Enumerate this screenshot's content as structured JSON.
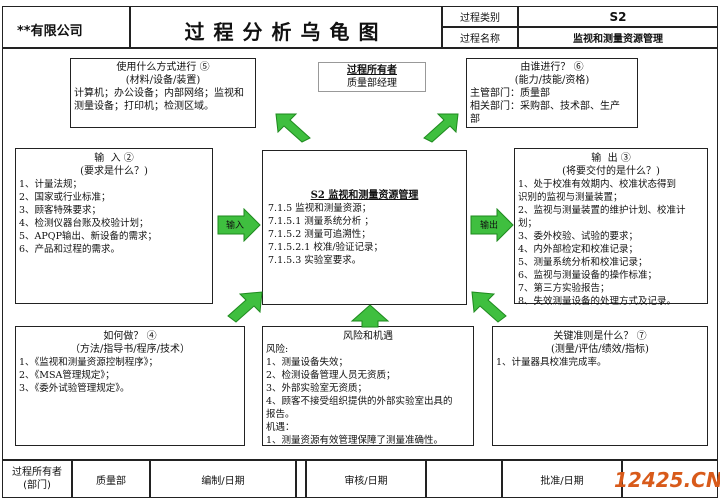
{
  "header": {
    "company": "**有限公司",
    "title": "过程分析乌龟图",
    "category_label": "过程类别",
    "category_value": "S2",
    "name_label": "过程名称",
    "name_value": "监视和测量资源管理"
  },
  "owner": {
    "title": "过程所有者",
    "value": "质量部经理"
  },
  "with_what": {
    "title": "使用什么方式进行 ⑤",
    "subtitle": "(材料/设备/装置)",
    "body": "计算机；办公设备；内部网络；监视和\n测量设备；打印机；检测区域。"
  },
  "with_whom": {
    "title": "由谁进行？ ⑥",
    "subtitle": "(能力/技能/资格)",
    "body": "主管部门：质量部\n相关部门：采购部、技术部、生产\n部"
  },
  "input": {
    "title": "输  入 ②",
    "subtitle": "(要求是什么？)",
    "items": [
      "1、计量法规；",
      "2、国家或行业标准；",
      "3、顾客特殊要求；",
      "4、检测仪器台账及校验计划；",
      "5、APQP输出、新设备的需求；",
      "6、产品和过程的需求。"
    ]
  },
  "center": {
    "title": "S2 监视和测量资源管理",
    "items": [
      "7.1.5 监视和测量资源；",
      "7.1.5.1 测量系统分析 ；",
      "7.1.5.2 测量可追溯性；",
      "7.1.5.2.1 校准/验证记录；",
      "7.1.5.3 实验室要求。"
    ]
  },
  "output": {
    "title": "输  出 ③",
    "subtitle": "(将要交付的是什么？)",
    "items": [
      "1、处于校准有效期内、校准状态得到",
      "识别的监视与测量装置；",
      "2、监视与测量装置的维护计划、校准计",
      "划；",
      "3、委外校验、试验的要求；",
      "4、内外部检定和校准记录；",
      "5、测量系统分析和校准记录；",
      "6、监视与测量设备的操作标准；",
      "7、第三方实验报告；",
      "8、失效测量设备的处理方式及记录。"
    ]
  },
  "how": {
    "title": "如何做？ ④",
    "subtitle": "（方法/指导书/程序/技术）",
    "items": [
      "1、《监视和测量资源控制程序》；",
      "2、《MSA管理规定》；",
      "3、《委外试验管理规定》。"
    ]
  },
  "risk": {
    "title": "风险和机遇",
    "items": [
      "风险:",
      "1、测量设备失效；",
      "2、检测设备管理人员无资质；",
      "3、外部实验室无资质；",
      "4、顾客不接受组织提供的外部实验室出具的",
      "报告。",
      "机遇：",
      "1、测量资源有效管理保障了测量准确性。"
    ]
  },
  "kpi": {
    "title": "关键准则是什么？ ⑦",
    "subtitle": "(测量/评估/绩效/指标)",
    "items": [
      "1、计量器具校准完成率。"
    ]
  },
  "arrows": {
    "input_label": "输入",
    "output_label": "输出"
  },
  "footer": {
    "owner_label": "过程所有者\n(部门)",
    "dept": "质量部",
    "prepared": "编制/日期",
    "reviewed": "审核/日期",
    "approved": "批准/日期"
  },
  "watermark": "12425.CN",
  "colors": {
    "arrow_green": "#3fbf3f",
    "arrow_dark": "#1e8a1e",
    "watermark": "#d85a1a"
  }
}
